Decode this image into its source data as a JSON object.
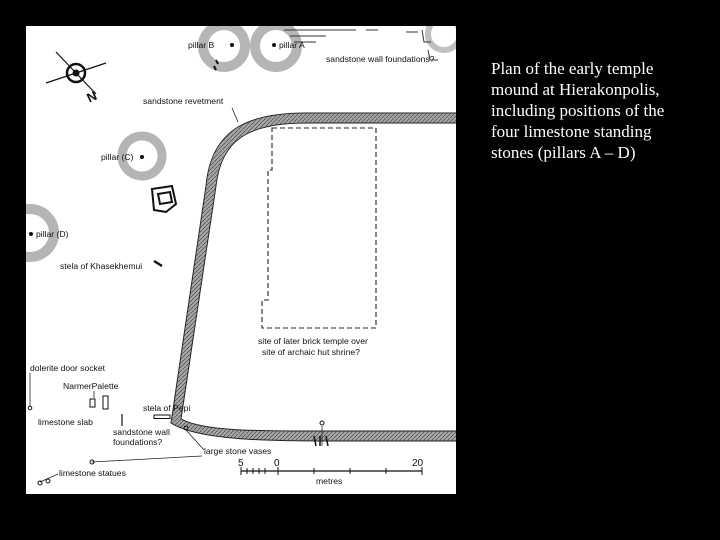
{
  "caption": "Plan of the early temple mound at Hierakonpolis, including positions of the four limestone standing stones (pillars A – D)",
  "colors": {
    "slide_background": "#000000",
    "caption_text": "#ffffff",
    "plan_background": "#ffffff",
    "plan_ink": "#111111",
    "revetment_fill": "#9a9a9a",
    "pillar_ring": "#b5b5b5"
  },
  "plan": {
    "north_arrow_letter": "N",
    "labels": {
      "pillar_b": "pillar B",
      "pillar_a": "pillar A",
      "sandstone_wall_foundations_top": "sandstone wall foundations?",
      "sandstone_revetment": "sandstone revetment",
      "pillar_c": "pillar (C)",
      "pillar_d": "pillar (D)",
      "stela_khasekhemui": "stela of Khasekhemui",
      "temple_site_line1": "site of later brick temple over",
      "temple_site_line2": "site of archaic hut shrine?",
      "dolerite_door_socket": "dolerite door socket",
      "narmer_palette": "NarmerPalette",
      "stela_pepi": "stela of Pepi",
      "limestone_slab": "limestone slab",
      "sandstone_wall_line1": "sandstone wall",
      "sandstone_wall_line2": "foundations?",
      "large_stone_vases": "large stone vases",
      "limestone_statues": "limestone statues"
    },
    "scale_bar": {
      "tick_labels": [
        "5",
        "0",
        "20"
      ],
      "unit": "metres"
    }
  }
}
